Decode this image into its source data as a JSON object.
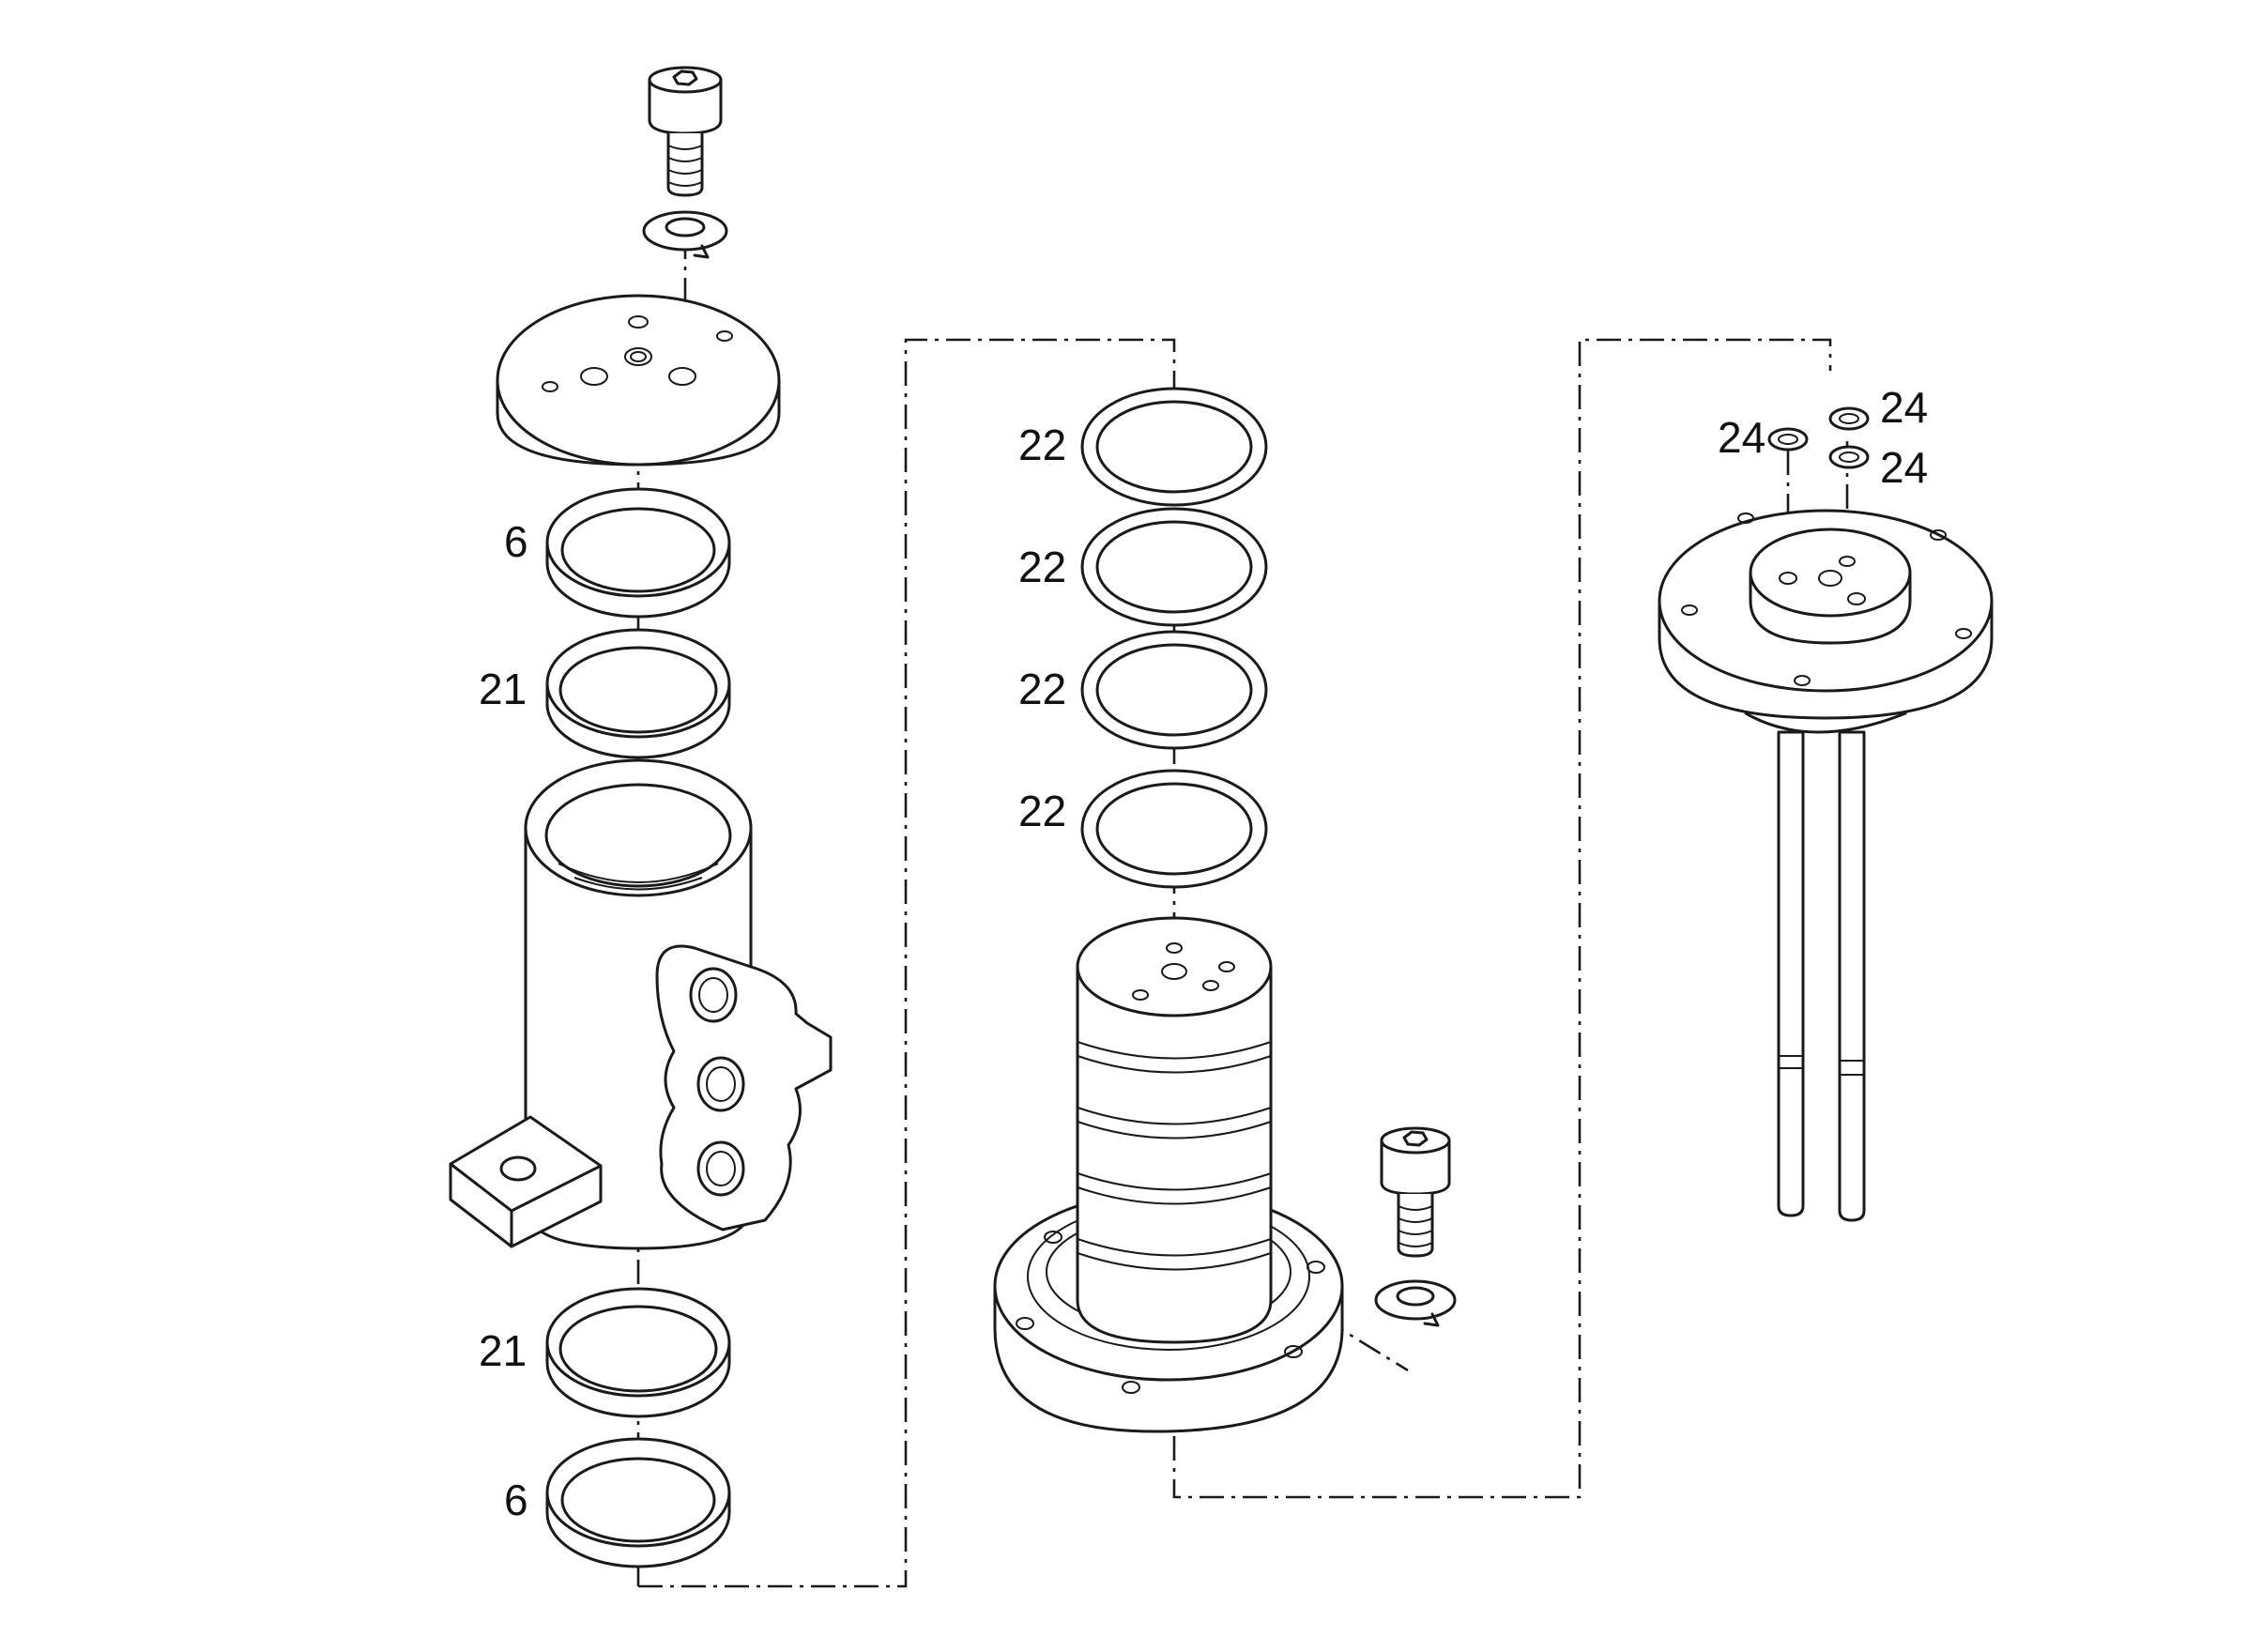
{
  "callouts": {
    "left_seal_top": "6",
    "left_ring_top": "21",
    "left_ring_bottom": "21",
    "left_seal_bottom": "6",
    "middle_oring_1": "22",
    "middle_oring_2": "22",
    "middle_oring_3": "22",
    "middle_oring_4": "22",
    "right_washer_left": "24",
    "right_washer_top": "24",
    "right_washer_bottom": "24"
  },
  "colors": {
    "line": "#1a1a1a",
    "background": "#ffffff"
  }
}
